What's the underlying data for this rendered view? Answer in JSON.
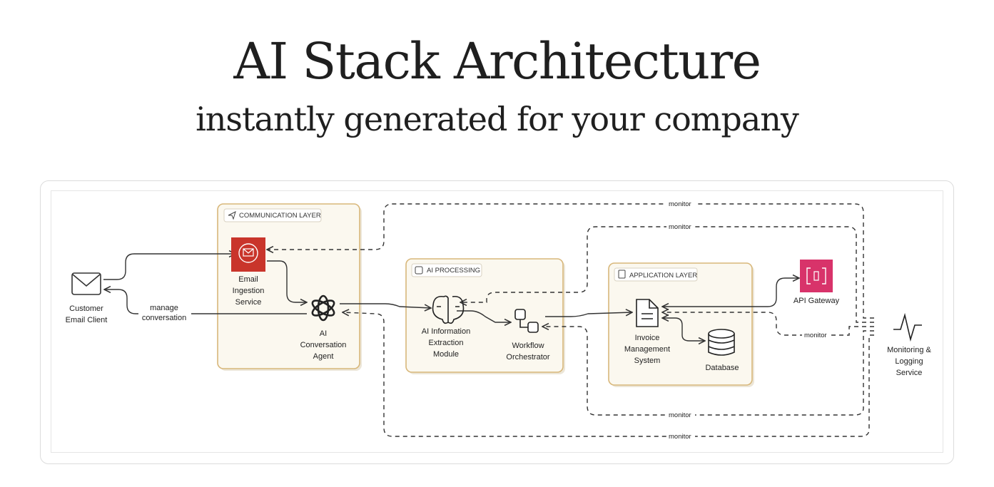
{
  "header": {
    "title": "AI Stack Architecture",
    "subtitle": "instantly generated for your company"
  },
  "layers": {
    "communication": "COMMUNICATION LAYER",
    "ai": "AI PROCESSING",
    "application": "APPLICATION LAYER"
  },
  "nodes": {
    "customer": [
      "Customer",
      "Email Client"
    ],
    "email_ingestion": [
      "Email",
      "Ingestion",
      "Service"
    ],
    "ai_agent": [
      "AI",
      "Conversation",
      "Agent"
    ],
    "ai_extraction": [
      "AI Information",
      "Extraction",
      "Module"
    ],
    "workflow": [
      "Workflow",
      "Orchestrator"
    ],
    "invoice": [
      "Invoice",
      "Management",
      "System"
    ],
    "database": [
      "Database"
    ],
    "api_gateway": [
      "API Gateway"
    ],
    "monitoring": [
      "Monitoring &",
      "Logging",
      "Service"
    ]
  },
  "edge_labels": {
    "manage": [
      "manage",
      "conversation"
    ],
    "monitor": "monitor"
  },
  "colors": {
    "layer_fill": "#fbf8ef",
    "layer_border": "#d8b77a",
    "email_ingestion_icon": "#c9352b",
    "api_gateway_icon": "#d8336a"
  }
}
